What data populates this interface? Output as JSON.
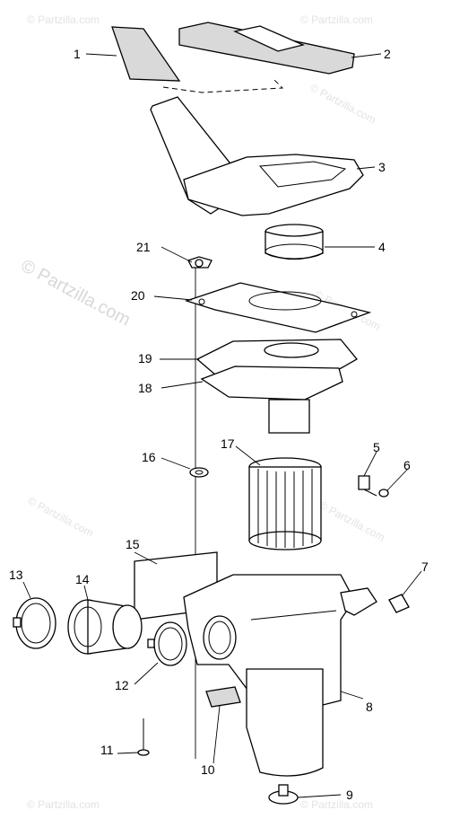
{
  "watermark": {
    "main": "© Partzilla.com",
    "small": "© Partzilla.com"
  },
  "callouts": {
    "c1": "1",
    "c2": "2",
    "c3": "3",
    "c4": "4",
    "c5": "5",
    "c6": "6",
    "c7": "7",
    "c8": "8",
    "c9": "9",
    "c10": "10",
    "c11": "11",
    "c12": "12",
    "c13": "13",
    "c14": "14",
    "c15": "15",
    "c16": "16",
    "c17": "17",
    "c18": "18",
    "c19": "19",
    "c20": "20",
    "c21": "21"
  },
  "colors": {
    "line": "#000000",
    "foam": "#d9d9d9",
    "watermark": "#d8d8d8",
    "background": "#ffffff"
  }
}
